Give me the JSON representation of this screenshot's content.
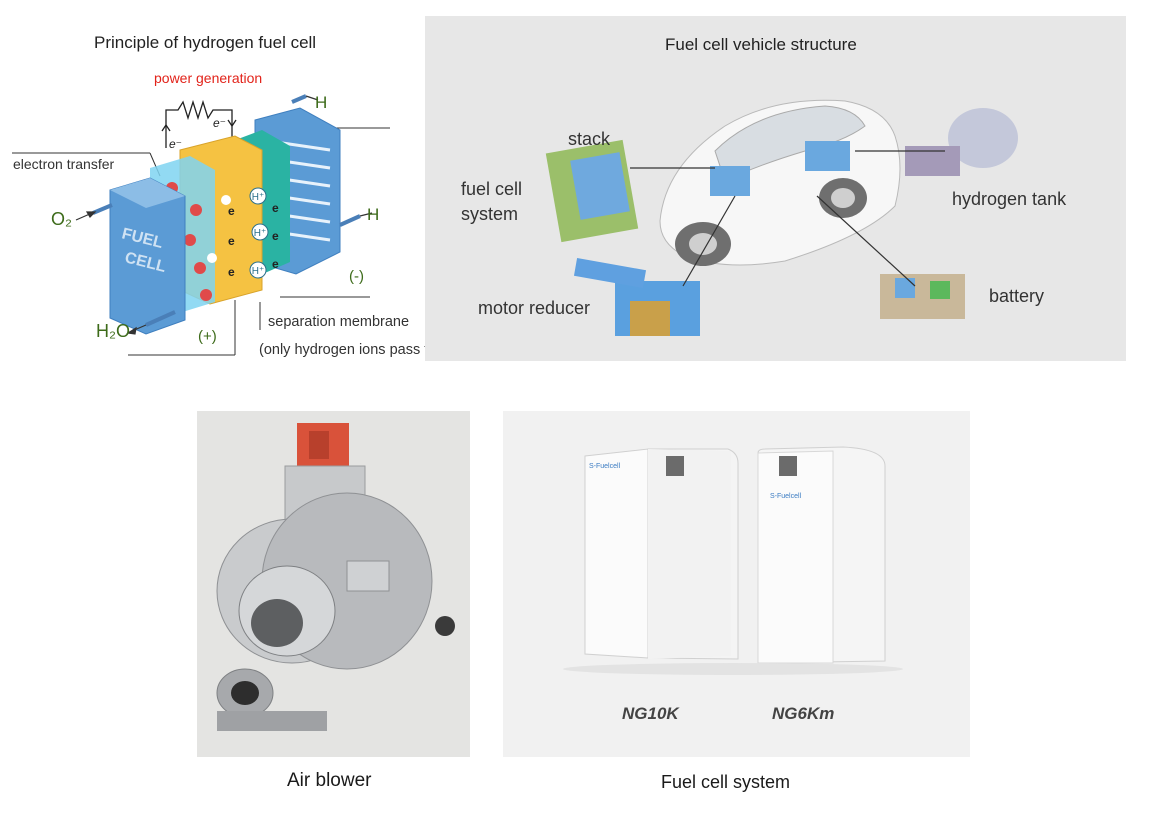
{
  "principle": {
    "title": "Principle of hydrogen fuel cell",
    "power_generation": "power generation",
    "h_top": "H",
    "h_mid": "H",
    "electron_transfer": "electron transfer",
    "o2": "O₂",
    "h2o": "H₂O",
    "plus": "(+)",
    "minus": "(-)",
    "membrane_line1": "separation membrane",
    "membrane_line2": "(only hydrogen ions pass through)",
    "fuel_cell_text": "FUEL CELL",
    "electron_symbol": "e",
    "hydrogen_ion": "H⁺"
  },
  "vehicle": {
    "title": "Fuel cell vehicle structure",
    "stack": "stack",
    "fuel_cell_system_1": "fuel cell",
    "fuel_cell_system_2": "system",
    "hydrogen_tank": "hydrogen tank",
    "motor_reducer": "motor reducer",
    "battery": "battery"
  },
  "photos": {
    "air_blower_caption": "Air blower",
    "fuel_cell_system_caption": "Fuel cell system",
    "model_1": "NG10K",
    "model_2": "NG6Km",
    "brand": "S-Fuelcell"
  },
  "colors": {
    "fuel_cell_blue": "#5b9bd5",
    "cell_yellow": "#f5c242",
    "membrane_teal": "#2ab3a3",
    "accent_red": "#e2231a",
    "label_green": "#3d6b1a"
  }
}
